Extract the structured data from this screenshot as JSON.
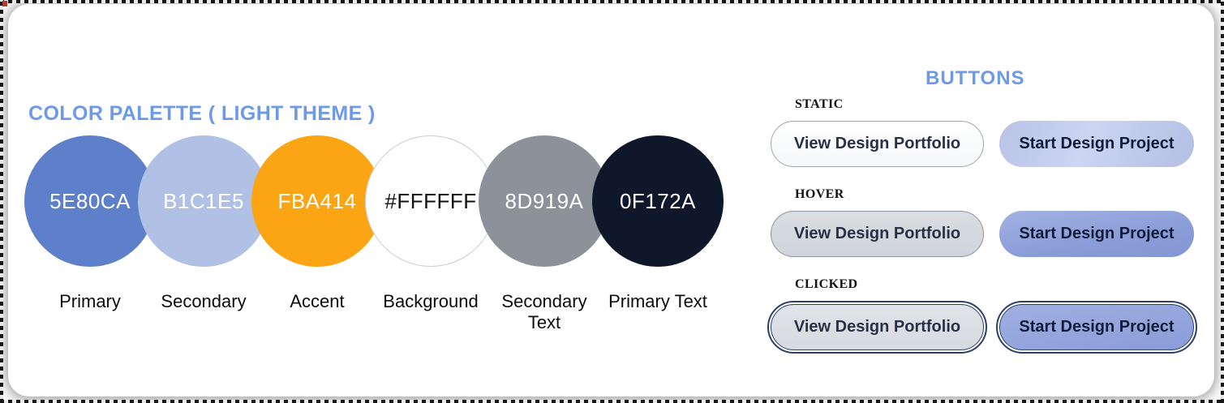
{
  "theme": {
    "heading_color": "#6D9AE8",
    "card_background": "#FFFFFF",
    "clicked_ring_color": "#2D4068"
  },
  "palette": {
    "title": "COLOR PALETTE ( LIGHT THEME )",
    "swatches": [
      {
        "hex_label": "5E80CA",
        "name": "Primary",
        "fill": "#5E80CA",
        "text_color": "#FFFFFF"
      },
      {
        "hex_label": "B1C1E5",
        "name": "Secondary",
        "fill": "#B1C1E5",
        "text_color": "#FFFFFF"
      },
      {
        "hex_label": "FBA414",
        "name": "Accent",
        "fill": "#FBA414",
        "text_color": "#FFFFFF"
      },
      {
        "hex_label": "#FFFFFF",
        "name": "Background",
        "fill": "#FFFFFF",
        "text_color": "#111111"
      },
      {
        "hex_label": "8D919A",
        "name": "Secondary Text",
        "fill": "#8D919A",
        "text_color": "#FFFFFF"
      },
      {
        "hex_label": "0F172A",
        "name": "Primary Text",
        "fill": "#0F172A",
        "text_color": "#FFFFFF"
      }
    ]
  },
  "buttons_section": {
    "title": "BUTTONS",
    "rows": [
      {
        "state": "STATIC",
        "secondary_label": "View Design Portfolio",
        "primary_label": "Start Design Project"
      },
      {
        "state": "HOVER",
        "secondary_label": "View Design Portfolio",
        "primary_label": "Start Design Project"
      },
      {
        "state": "CLICKED",
        "secondary_label": "View Design Portfolio",
        "primary_label": "Start Design Project"
      }
    ]
  }
}
